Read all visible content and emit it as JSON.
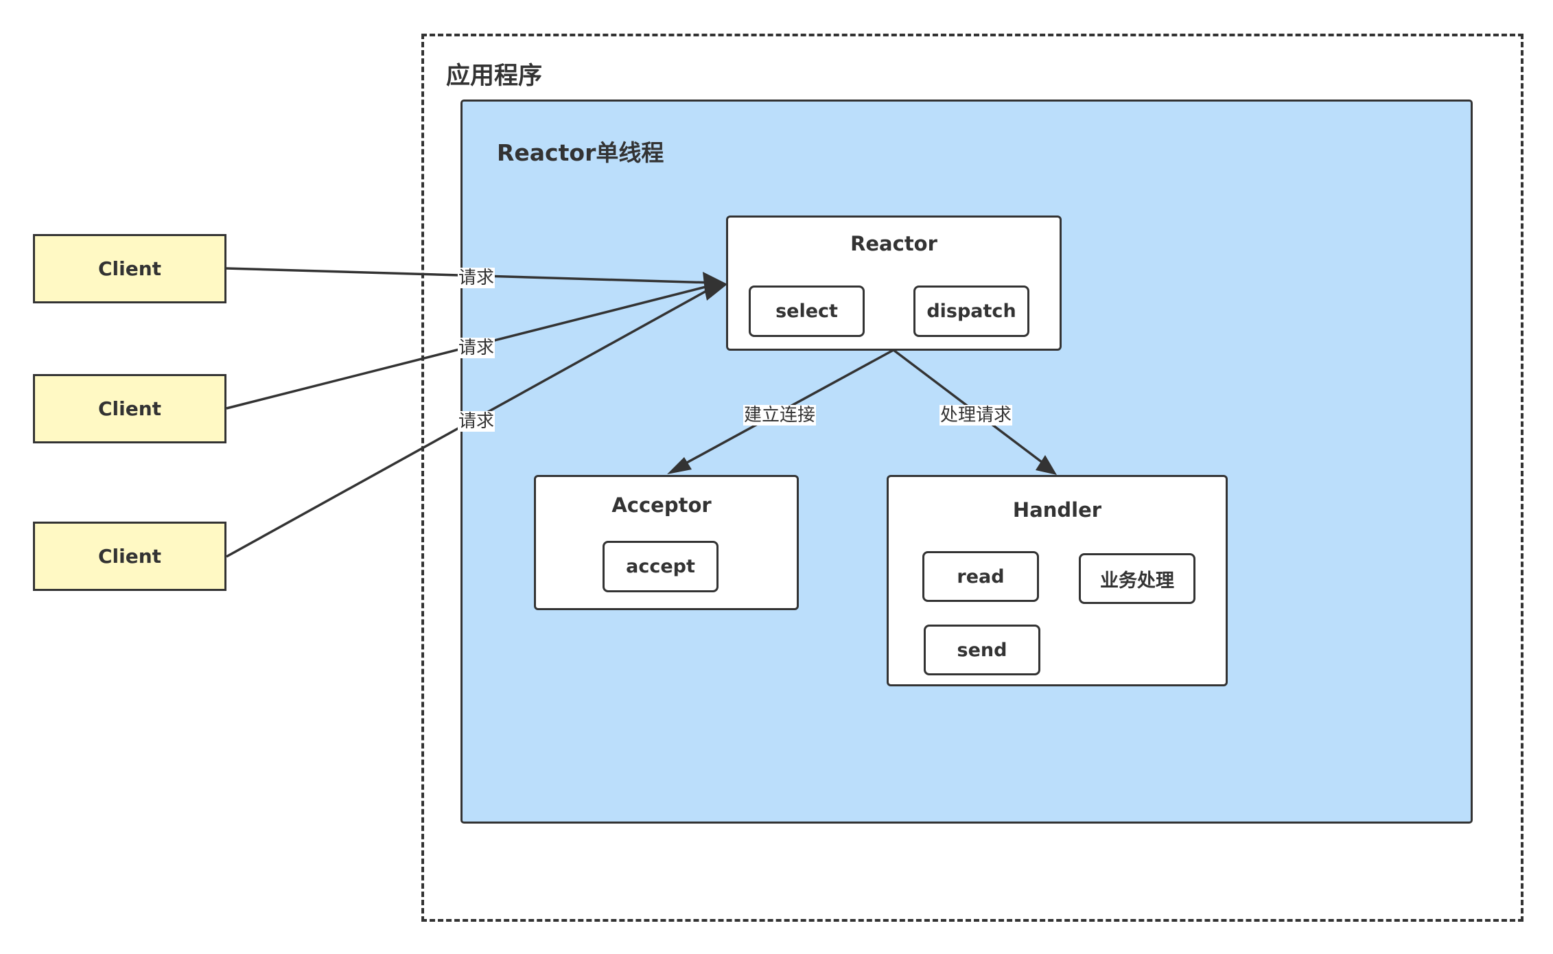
{
  "app": {
    "title": "应用程序"
  },
  "reactor_region": {
    "title": "Reactor单线程"
  },
  "clients": [
    {
      "label": "Client"
    },
    {
      "label": "Client"
    },
    {
      "label": "Client"
    }
  ],
  "reactor": {
    "title": "Reactor",
    "items": [
      "select",
      "dispatch"
    ]
  },
  "acceptor": {
    "title": "Acceptor",
    "items": [
      "accept"
    ]
  },
  "handler": {
    "title": "Handler",
    "items": [
      "read",
      "业务处理",
      "send"
    ]
  },
  "edges": {
    "client_requests": [
      "请求",
      "请求",
      "请求"
    ],
    "to_acceptor": "建立连接",
    "to_handler": "处理请求"
  },
  "colors": {
    "client_fill": "#fff9c4",
    "region_fill": "#bbdefb",
    "stroke": "#333333"
  }
}
